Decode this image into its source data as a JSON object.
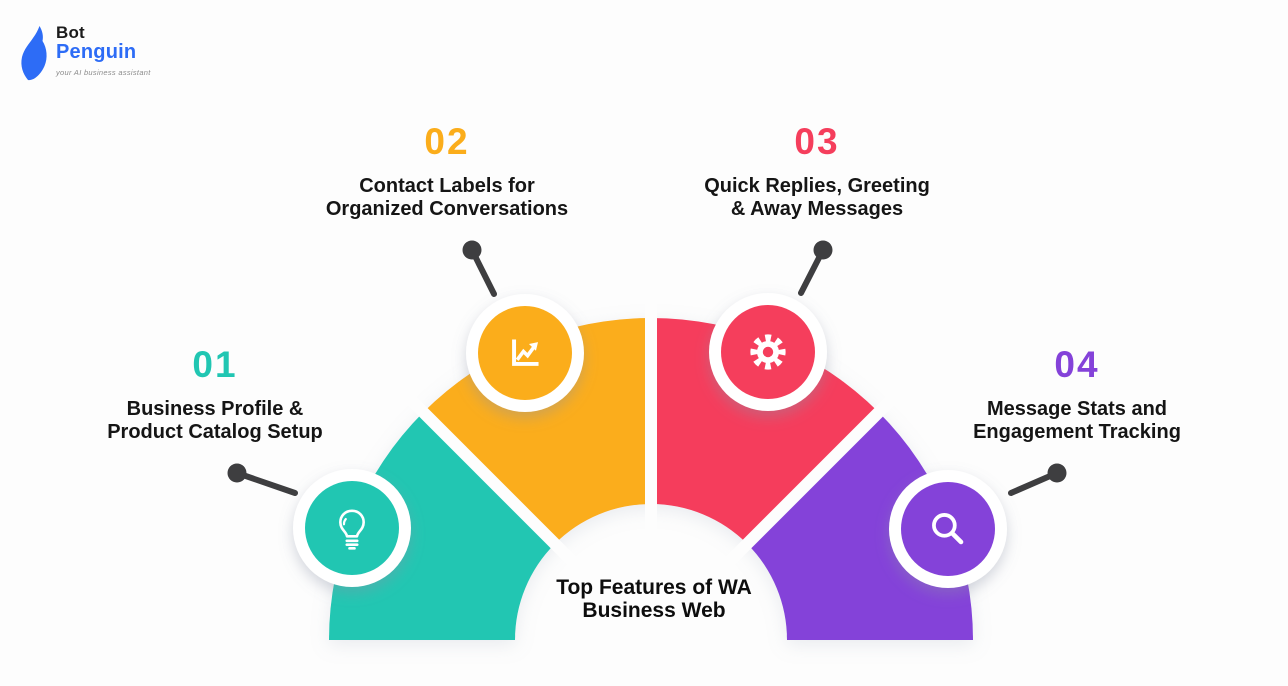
{
  "logo": {
    "text_bot": "Bot",
    "text_penguin": "Penguin",
    "tagline": "your AI business assistant",
    "blue": "#2d6cf6"
  },
  "title": {
    "line1": "Top Features of WA",
    "line2": "Business Web"
  },
  "steps": [
    {
      "number": "01",
      "color": "#21c6b2",
      "label": [
        "Business Profile &",
        "Product Catalog Setup"
      ],
      "icon": "lightbulb-icon"
    },
    {
      "number": "02",
      "color": "#fbad1b",
      "label": [
        "Contact Labels for",
        "Organized Conversations"
      ],
      "icon": "line-chart-icon"
    },
    {
      "number": "03",
      "color": "#f53e5c",
      "label": [
        "Quick Replies, Greeting",
        "& Away Messages"
      ],
      "icon": "gear-icon"
    },
    {
      "number": "04",
      "color": "#8442d9",
      "label": [
        "Message Stats and",
        "Engagement Tracking"
      ],
      "icon": "search-icon"
    }
  ],
  "connector_color": "#3e3e40",
  "background": "#fdfdfd",
  "text_color": "#151515"
}
